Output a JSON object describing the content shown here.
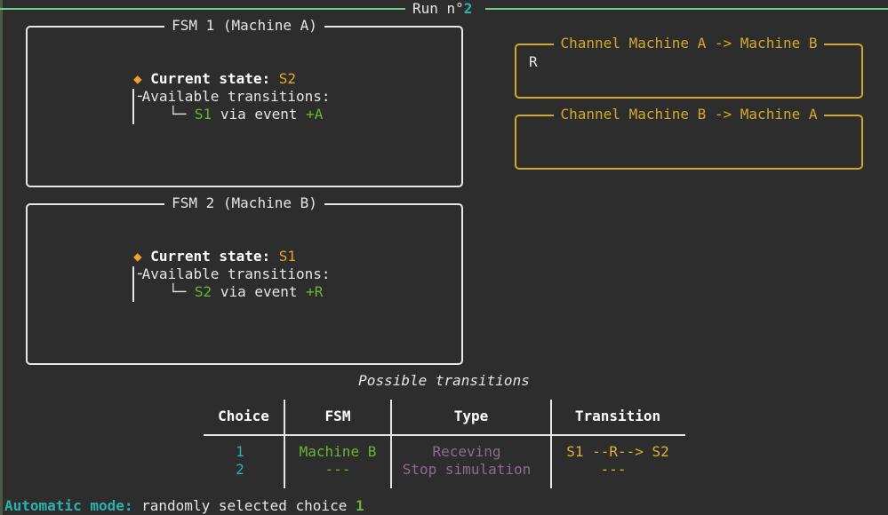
{
  "header": {
    "run_label": "Run n°",
    "run_number": "2"
  },
  "fsm1": {
    "title": "FSM 1 (Machine A)",
    "current_state_label": "Current state:",
    "current_state_value": "S2",
    "available_label": "Available transitions:",
    "transition_state": "S1",
    "transition_via": "via event",
    "transition_event": "+A"
  },
  "fsm2": {
    "title": "FSM 2 (Machine B)",
    "current_state_label": "Current state:",
    "current_state_value": "S1",
    "available_label": "Available transitions:",
    "transition_state": "S2",
    "transition_via": "via event",
    "transition_event": "+R"
  },
  "channel_ab": {
    "title": "Channel Machine A -> Machine B",
    "content": "R"
  },
  "channel_ba": {
    "title": "Channel Machine B -> Machine A",
    "content": ""
  },
  "transitions_table": {
    "title": "Possible transitions",
    "headers": [
      "Choice",
      "FSM",
      "Type",
      "Transition"
    ],
    "rows": [
      {
        "choice": "1",
        "fsm": "Machine B",
        "type": "Receving",
        "transition": "S1 --R--> S2"
      },
      {
        "choice": "2",
        "fsm": "---",
        "type": "Stop simulation",
        "transition": "---"
      }
    ]
  },
  "footer": {
    "mode_label": "Automatic mode:",
    "message": "randomly selected choice",
    "choice": "1"
  },
  "colors": {
    "accent_teal": "#2ab3ad",
    "state_orange": "#f0a32a",
    "transition_green": "#6ab535",
    "channel_gold": "#d4a82a",
    "type_purple": "#8b6d8e"
  }
}
